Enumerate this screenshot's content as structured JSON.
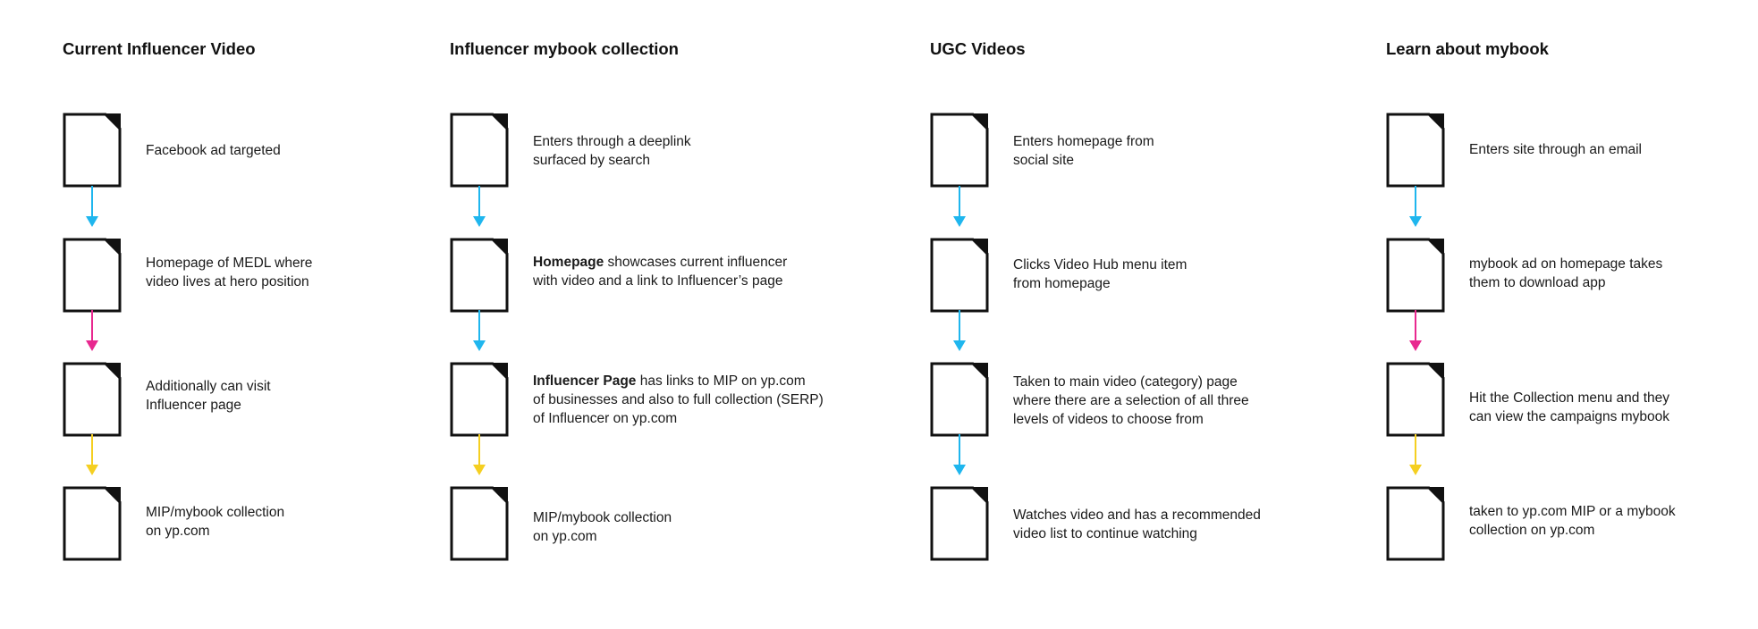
{
  "colors": {
    "blue_arrow": "#1fb6ee",
    "magenta_arrow": "#e8288f",
    "yellow_arrow": "#f5cf21",
    "doc_stroke": "#111111"
  },
  "columns": [
    {
      "title": "Current Influencer Video",
      "steps": [
        {
          "text": "Facebook ad targeted",
          "icon": "document-icon"
        },
        {
          "text": "Homepage of MEDL where\nvideo lives at hero position",
          "icon": "document-icon"
        },
        {
          "text": "Additionally can visit\nInfluencer page",
          "icon": "document-icon"
        },
        {
          "text": "MIP/mybook collection\non yp.com",
          "icon": "document-icon"
        }
      ],
      "arrows": [
        "blue",
        "magenta",
        "yellow"
      ]
    },
    {
      "title": "Influencer mybook collection",
      "steps": [
        {
          "text": "Enters through a deeplink\nsurfaced by search",
          "icon": "document-icon"
        },
        {
          "lead": "Homepage",
          "text": " showcases current influencer\nwith video and a link to Influencer’s page",
          "icon": "document-icon"
        },
        {
          "lead": "Influencer Page",
          "text": " has links to MIP on yp.com\nof businesses and also to full collection (SERP)\nof Influencer on yp.com",
          "icon": "document-icon"
        },
        {
          "text": "MIP/mybook collection\non yp.com",
          "icon": "document-icon"
        }
      ],
      "arrows": [
        "blue",
        "blue",
        "yellow"
      ]
    },
    {
      "title": "UGC Videos",
      "steps": [
        {
          "text": "Enters homepage from\nsocial site",
          "icon": "document-icon"
        },
        {
          "text": "Clicks Video Hub menu item\nfrom homepage",
          "icon": "document-icon"
        },
        {
          "text": "Taken to main video (category) page\nwhere there are a selection of all three\nlevels of videos to choose from",
          "icon": "document-icon"
        },
        {
          "text": "Watches video and has a recommended\nvideo list to continue watching",
          "icon": "document-icon"
        }
      ],
      "arrows": [
        "blue",
        "blue",
        "blue"
      ]
    },
    {
      "title": "Learn about mybook",
      "steps": [
        {
          "text": "Enters site through an email",
          "icon": "document-icon"
        },
        {
          "text": "mybook ad on homepage takes\nthem to download app",
          "icon": "document-icon"
        },
        {
          "text": "Hit the Collection menu and they\ncan view the campaigns mybook",
          "icon": "document-icon"
        },
        {
          "text": "taken to yp.com MIP or a mybook\ncollection on yp.com",
          "icon": "document-icon"
        }
      ],
      "arrows": [
        "blue",
        "magenta",
        "yellow"
      ]
    }
  ]
}
